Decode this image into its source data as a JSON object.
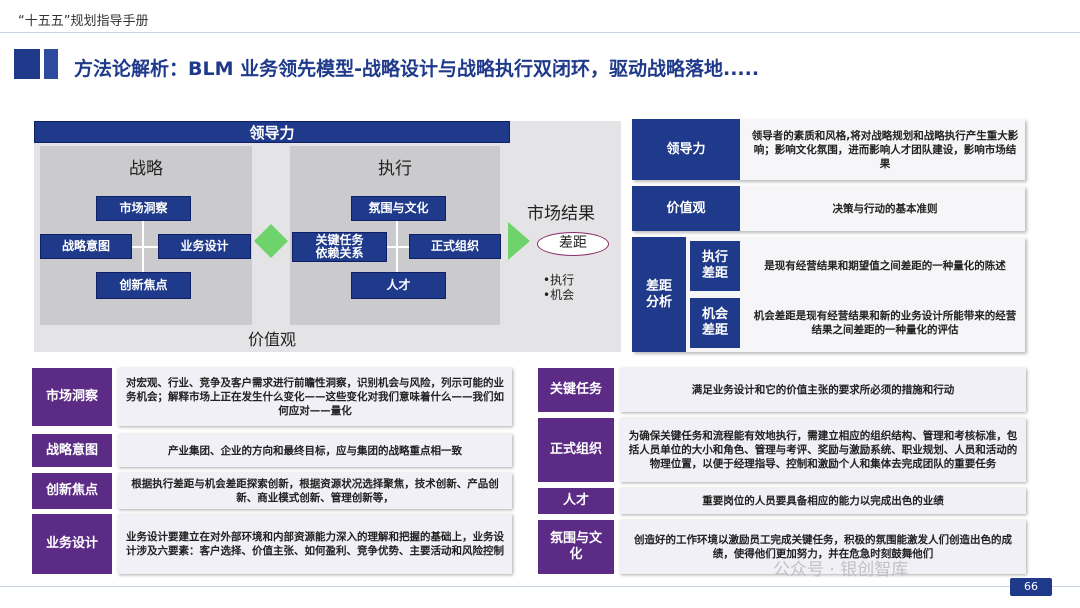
{
  "header": {
    "text": "“十五五”规划指导手册"
  },
  "title": "方法论解析：BLM 业务领先模型-战略设计与战略执行双闭环，驱动战略落地.....",
  "model": {
    "leadership": "领导力",
    "strategy": {
      "title": "战略",
      "boxes": {
        "top": "市场洞察",
        "left": "战略意图",
        "right": "业务设计",
        "bottom": "创新焦点"
      }
    },
    "execution": {
      "title": "执行",
      "boxes": {
        "top": "氛围与文化",
        "left": "关键任务\n依赖关系",
        "right": "正式组织",
        "bottom": "人才"
      }
    },
    "values": "价值观",
    "market": {
      "title": "市场结果",
      "gap": "差距",
      "bullets": [
        "•执行",
        "•机会"
      ]
    }
  },
  "definitions": {
    "leadership": {
      "label": "领导力",
      "text": "领导者的素质和风格,将对战略规划和战略执行产生重大影响；影响文化氛围，进而影响人才团队建设，影响市场结果"
    },
    "values": {
      "label": "价值观",
      "text": "决策与行动的基本准则"
    },
    "gap_label": "差距\n分析",
    "exec_gap": {
      "label": "执行\n差距",
      "text": "是现有经营结果和期望值之间差距的一种量化的陈述"
    },
    "opp_gap": {
      "label": "机会\n差距",
      "text": "机会差距是现有经营结果和新的业务设计所能带来的经营结果之间差距的一种量化的评估"
    }
  },
  "left_table": [
    {
      "label": "市场洞察",
      "text": "对宏观、行业、竞争及客户需求进行前瞻性洞察，识别机会与风险，列示可能的业务机会；解释市场上正在发生什么变化——这些变化对我们意味着什么——我们如何应对——量化"
    },
    {
      "label": "战略意图",
      "text": "产业集团、企业的方向和最终目标，应与集团的战略重点相一致"
    },
    {
      "label": "创新焦点",
      "text": "根据执行差距与机会差距探索创新，根据资源状况选择聚焦，技术创新、产品创新、商业模式创新、管理创新等，"
    },
    {
      "label": "业务设计",
      "text": "业务设计要建立在对外部环境和内部资源能力深入的理解和把握的基础上，业务设计涉及六要素：客户选择、价值主张、如何盈利、竞争优势、主要活动和风险控制"
    }
  ],
  "right_table": [
    {
      "label": "关键任务",
      "text": "满足业务设计和它的价值主张的要求所必须的措施和行动"
    },
    {
      "label": "正式组织",
      "text": "为确保关键任务和流程能有效地执行，需建立相应的组织结构、管理和考核标准，包括人员单位的大小和角色、管理与考评、奖励与激励系统、职业规划、人员和活动的物理位置，以便于经理指导、控制和激励个人和集体去完成团队的重要任务"
    },
    {
      "label": "人才",
      "text": "重要岗位的人员要具备相应的能力以完成出色的业绩"
    },
    {
      "label": "氛围与文\n化",
      "text": "创造好的工作环境以激励员工完成关键任务，积极的氛围能激发人们创造出色的成绩，使得他们更加努力，并在危急时刻鼓舞他们"
    }
  ],
  "watermark": "公众号 · 银创智库",
  "page_number": "66"
}
